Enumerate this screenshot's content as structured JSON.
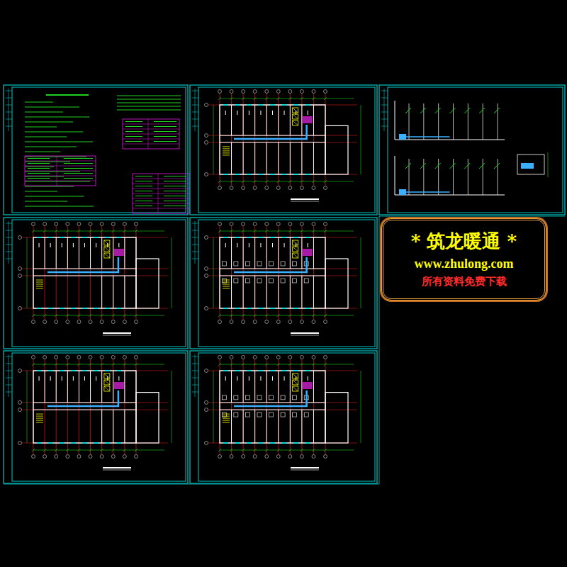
{
  "diagram": {
    "nodes": [
      {
        "text": [
          "* 筑龙暖通 *",
          "www.zhulong.com",
          "所有资料免费下载"
        ]
      }
    ]
  }
}
